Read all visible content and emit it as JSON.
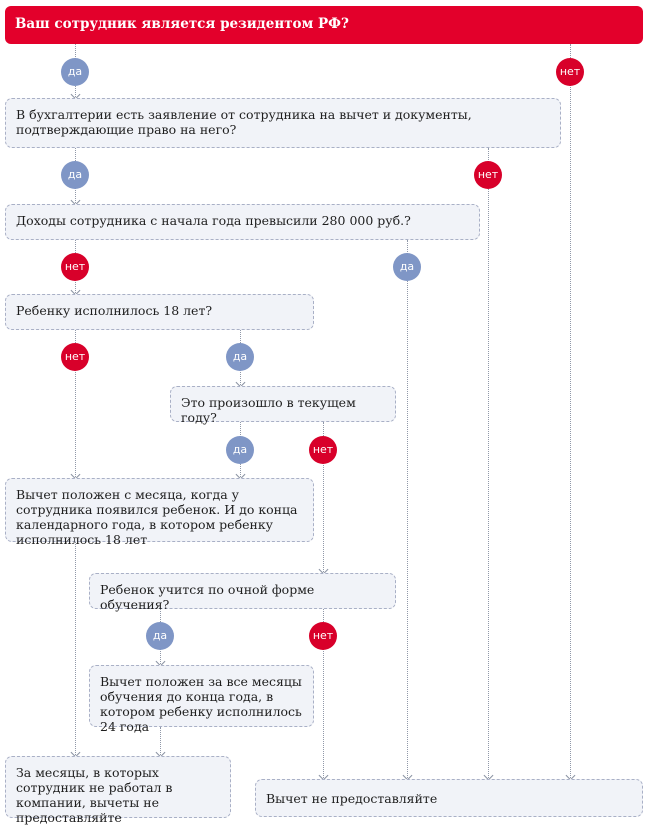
{
  "header": {
    "question": "Ваш сотрудник является резидентом РФ?"
  },
  "labels": {
    "yes": "да",
    "no": "нет"
  },
  "boxes": {
    "q1": "В бухгалтерии есть заявление от сотрудника на вычет и документы, подтверждающие право на него?",
    "q2": "Доходы сотрудника с начала года превысили 280 000 руб.?",
    "q3": "Ребенку исполнилось 18 лет?",
    "q4": "Это произошло в текущем году?",
    "r1": "Вычет положен с месяца, когда у сотрудника появился ребенок. И до конца календарного года, в котором ребенку исполнилось 18 лет",
    "q5": "Ребенок учится по очной форме обучения?",
    "r2": "Вычет положен за все месяцы обучения до конца года, в котором ребенку исполнилось 24 года",
    "r3": "За месяцы, в которых сотрудник не работал в компании, вычеты не предоставляйте",
    "r4": "Вычет не предоставляйте"
  },
  "colors": {
    "red": "#e3002b",
    "blue": "#7f96c6",
    "box_bg": "#f1f3f8"
  }
}
